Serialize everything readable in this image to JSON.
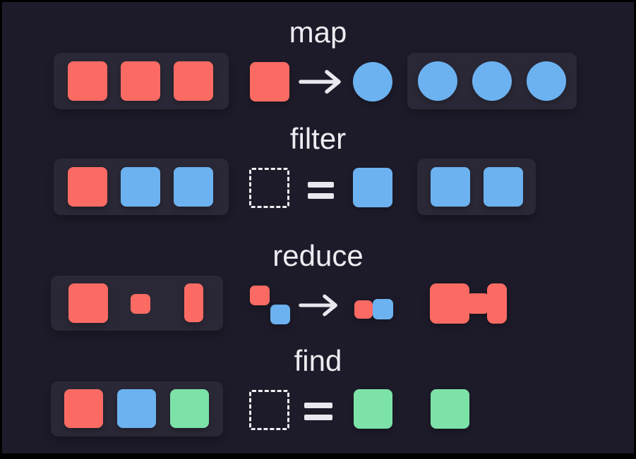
{
  "colors": {
    "page_background": "#1d1b29",
    "frame": "#000000",
    "panel_background": "#2a2836",
    "red": "#fb6b63",
    "blue": "#6cb2f0",
    "green": "#7ce2a7",
    "text_and_symbols": "#edecf1"
  },
  "rows": [
    {
      "label": "map",
      "input": {
        "items": [
          "red-square",
          "red-square",
          "red-square"
        ]
      },
      "operation": {
        "lhs": "red-square",
        "operator": "arrow-right",
        "rhs": "blue-circle"
      },
      "output": {
        "items": [
          "blue-circle",
          "blue-circle",
          "blue-circle"
        ]
      }
    },
    {
      "label": "filter",
      "input": {
        "items": [
          "red-square",
          "blue-square",
          "blue-square"
        ]
      },
      "operation": {
        "lhs": "dashed-placeholder-square",
        "operator": "equals",
        "rhs": "blue-square"
      },
      "output": {
        "items": [
          "blue-square",
          "blue-square"
        ]
      }
    },
    {
      "label": "reduce",
      "input": {
        "items": [
          "red-square-large",
          "red-square-small",
          "red-rectangle-tall"
        ]
      },
      "operation": {
        "lhs": "red-small-square-and-blue-small-square-diagonal",
        "operator": "arrow-right",
        "rhs": "red-small-square-and-blue-small-square-joined"
      },
      "output": {
        "items": [
          "red-merged-dumbbell-shape"
        ]
      }
    },
    {
      "label": "find",
      "input": {
        "items": [
          "red-square",
          "blue-square",
          "green-square"
        ]
      },
      "operation": {
        "lhs": "dashed-placeholder-square",
        "operator": "equals",
        "rhs": "green-square"
      },
      "output": {
        "items": [
          "green-square"
        ]
      }
    }
  ]
}
